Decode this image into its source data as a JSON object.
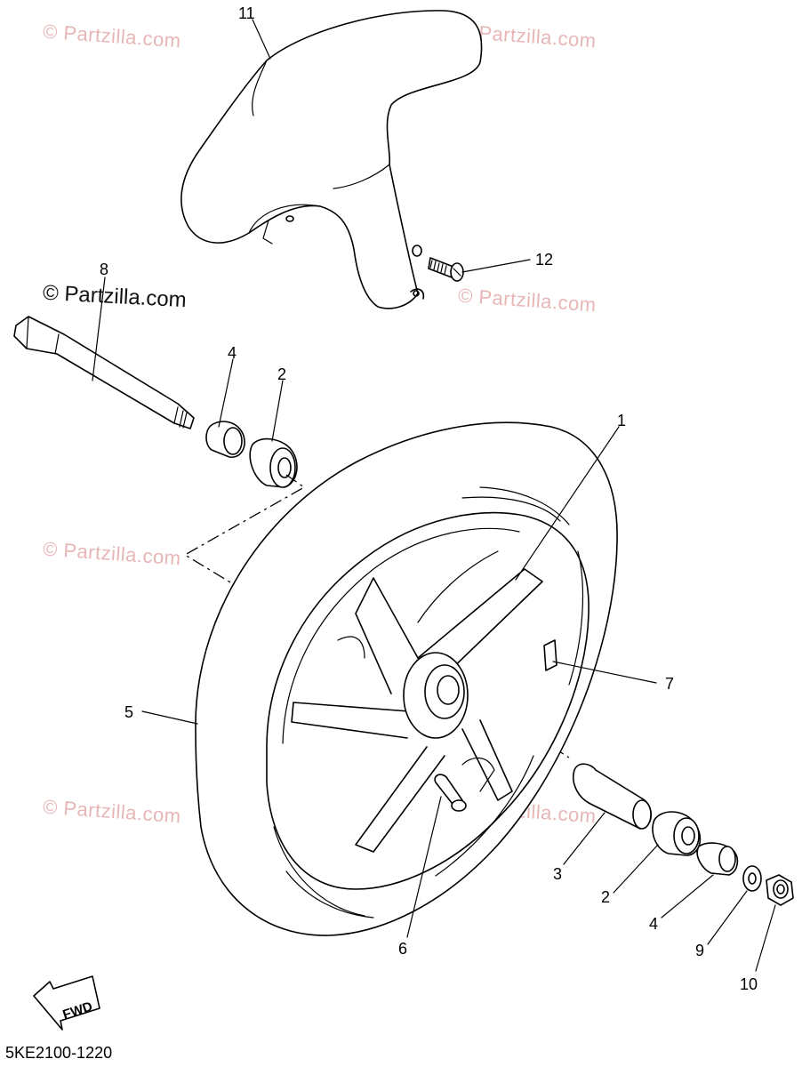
{
  "watermark": {
    "text": "© Partzilla.com",
    "prominent_text": "© Partzilla.com"
  },
  "diagram_code": "5KE2100-1220",
  "fwd_label": "FWD",
  "callouts": [
    {
      "id": "c11",
      "label": "11"
    },
    {
      "id": "c12",
      "label": "12"
    },
    {
      "id": "c8",
      "label": "8"
    },
    {
      "id": "c4a",
      "label": "4"
    },
    {
      "id": "c2a",
      "label": "2"
    },
    {
      "id": "c1",
      "label": "1"
    },
    {
      "id": "c7",
      "label": "7"
    },
    {
      "id": "c5",
      "label": "5"
    },
    {
      "id": "c3",
      "label": "3"
    },
    {
      "id": "c2b",
      "label": "2"
    },
    {
      "id": "c4b",
      "label": "4"
    },
    {
      "id": "c9",
      "label": "9"
    },
    {
      "id": "c10",
      "label": "10"
    },
    {
      "id": "c6",
      "label": "6"
    }
  ],
  "colors": {
    "line": "#000000",
    "watermark": "#e7b6b6"
  }
}
